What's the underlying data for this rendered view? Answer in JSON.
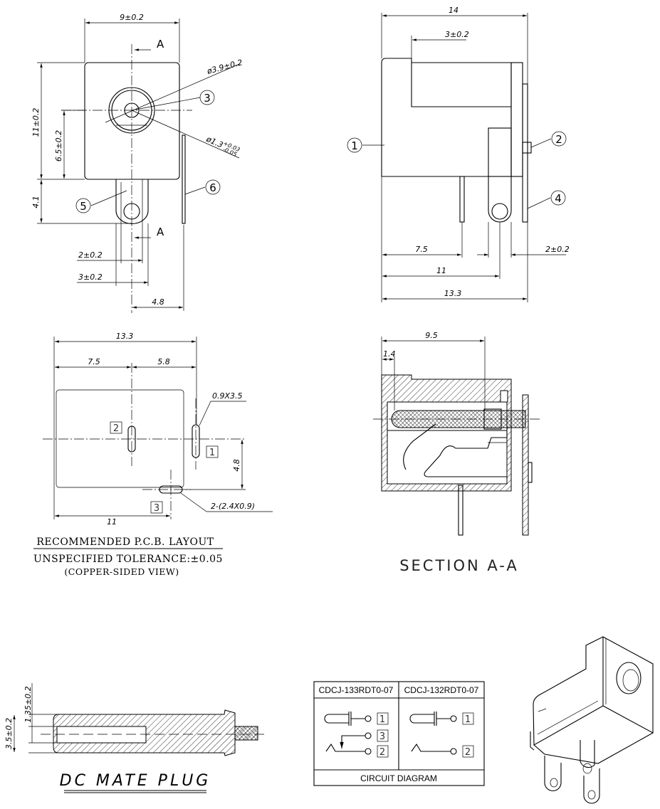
{
  "front_view": {
    "width_dim": "9±0.2",
    "height_dim": "11±0.2",
    "center_height_dim": "6.5±0.2",
    "pin_length_dim": "4.1",
    "outer_dia": "ø3.9±0.2",
    "pin_dia": "ø1.3",
    "pin_dia_tol_plus": "+0.03",
    "pin_dia_tol_minus": "-0.05",
    "slot_dim": "2±0.2",
    "pin_width_dim": "3±0.2",
    "offset_dim": "4.8",
    "section_mark_top": "A",
    "section_mark_bottom": "A",
    "callouts": [
      "3",
      "5",
      "6"
    ]
  },
  "side_view": {
    "length_dim": "14",
    "flange_dim": "3±0.2",
    "pin_pos_dim": "7.5",
    "pin_gap_dim": "2±0.2",
    "pin2_pos_dim": "11",
    "overall_dim": "13.3",
    "callouts": [
      "1",
      "2",
      "4"
    ]
  },
  "pcb_layout": {
    "width_dim": "13.3",
    "left_dim": "7.5",
    "right_dim": "5.8",
    "slot_dim": "0.9X3.5",
    "spacing_dim": "4.8",
    "hole_dim": "2-(2.4X0.9)",
    "offset_dim": "11",
    "pads": [
      "1",
      "2",
      "3"
    ],
    "title": "RECOMMENDED P.C.B. LAYOUT",
    "tolerance": "UNSPECIFIED TOLERANCE:±0.05",
    "note": "(COPPER-SIDED VIEW)"
  },
  "section": {
    "depth_dim": "9.5",
    "wall_dim": "1.4",
    "title": "SECTION A-A"
  },
  "mate_plug": {
    "outer_dia": "3.5±0.2",
    "inner_dia": "1.35±0.2",
    "title": "DC MATE PLUG"
  },
  "circuit": {
    "model_a": "CDCJ-133RDT0-07",
    "model_b": "CDCJ-132RDT0-07",
    "pins_a": [
      "1",
      "3",
      "2"
    ],
    "pins_b": [
      "1",
      "2"
    ],
    "footer": "CIRCUIT DIAGRAM"
  }
}
